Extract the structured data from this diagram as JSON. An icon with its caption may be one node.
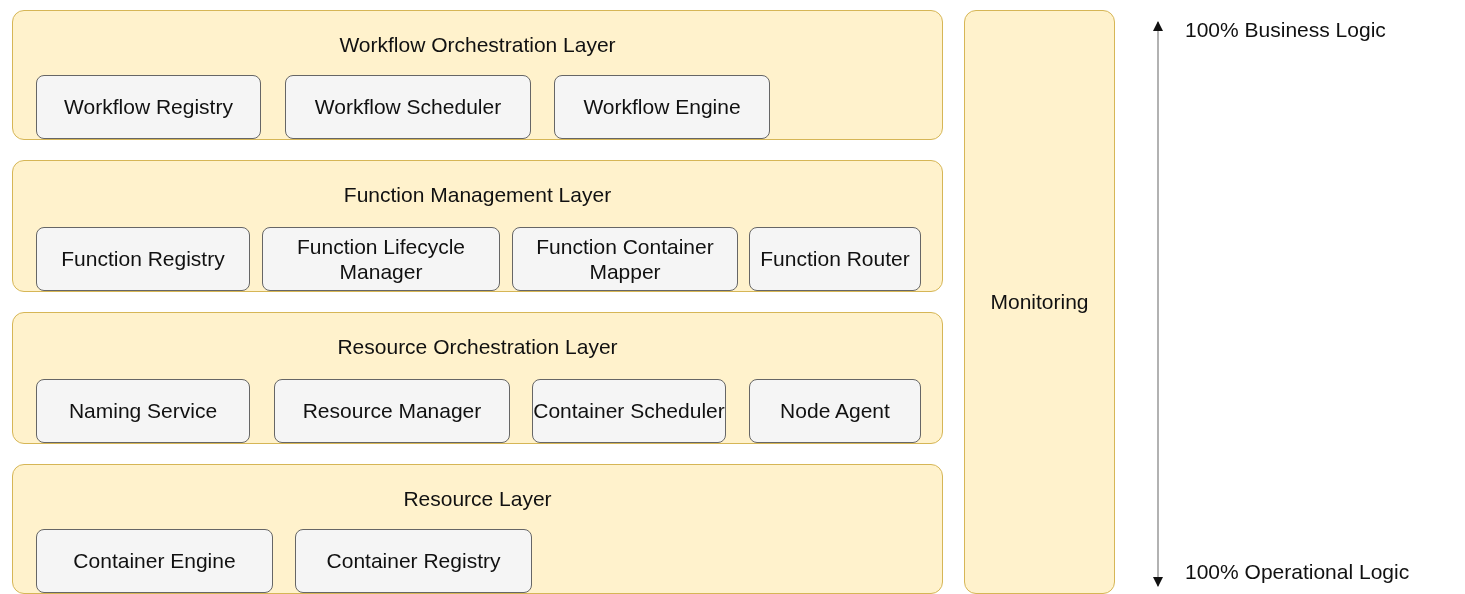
{
  "diagram": {
    "nodes": [
      {
        "text": [
          "Workflow Orchestration Layer"
        ]
      },
      {
        "text": [
          "Workflow Registry"
        ],
        "in": 0
      },
      {
        "text": [
          "Workflow Scheduler"
        ],
        "in": 0
      },
      {
        "text": [
          "Workflow Engine"
        ],
        "in": 0
      },
      {
        "text": [
          "Function Management Layer"
        ]
      },
      {
        "text": [
          "Function Registry"
        ],
        "in": 4
      },
      {
        "text": [
          "Function Lifecycle Manager"
        ],
        "in": 4
      },
      {
        "text": [
          "Function Container Mapper"
        ],
        "in": 4
      },
      {
        "text": [
          "Function Router"
        ],
        "in": 4
      },
      {
        "text": [
          "Resource Orchestration Layer"
        ]
      },
      {
        "text": [
          "Naming Service"
        ],
        "in": 9
      },
      {
        "text": [
          "Resource Manager"
        ],
        "in": 9
      },
      {
        "text": [
          "Container Scheduler"
        ],
        "in": 9
      },
      {
        "text": [
          "Node Agent"
        ],
        "in": 9
      },
      {
        "text": [
          "Resource Layer"
        ]
      },
      {
        "text": [
          "Container Engine"
        ],
        "in": 14
      },
      {
        "text": [
          "Container Registry"
        ],
        "in": 14
      },
      {
        "text": [
          "Monitoring"
        ]
      }
    ],
    "labels": [
      "100% Business Logic",
      "100% Operational Logic"
    ]
  }
}
